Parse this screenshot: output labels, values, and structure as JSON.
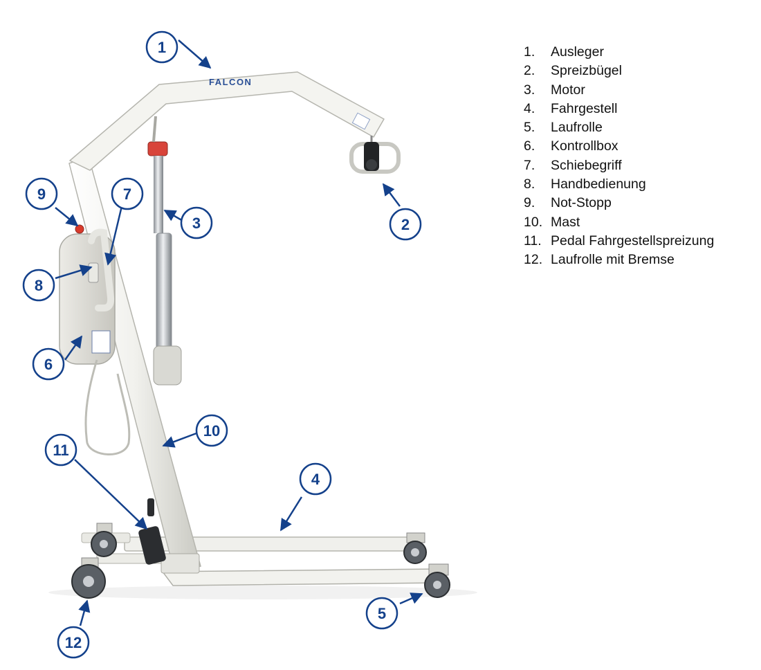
{
  "brand": "FALCON",
  "legend": [
    {
      "num": "1.",
      "label": "Ausleger"
    },
    {
      "num": "2.",
      "label": "Spreizbügel"
    },
    {
      "num": "3.",
      "label": "Motor"
    },
    {
      "num": "4.",
      "label": "Fahrgestell"
    },
    {
      "num": "5.",
      "label": "Laufrolle"
    },
    {
      "num": "6.",
      "label": "Kontrollbox"
    },
    {
      "num": "7.",
      "label": "Schiebegriff"
    },
    {
      "num": "8.",
      "label": "Handbedienung"
    },
    {
      "num": "9.",
      "label": "Not-Stopp"
    },
    {
      "num": "10.",
      "label": "Mast"
    },
    {
      "num": "11.",
      "label": "Pedal Fahrgestellspreizung"
    },
    {
      "num": "12.",
      "label": "Laufrolle mit Bremse"
    }
  ],
  "callouts": [
    "1",
    "2",
    "3",
    "4",
    "5",
    "6",
    "7",
    "8",
    "9",
    "10",
    "11",
    "12"
  ],
  "colors": {
    "callout": "#14418b",
    "frame": "#eeeeea",
    "frame_edge": "#b9b9b3",
    "accent_red": "#d93a2b",
    "wheel": "#555a60"
  },
  "icons": [
    "wheel-icon",
    "emergency-stop-icon",
    "arrow-icon"
  ]
}
